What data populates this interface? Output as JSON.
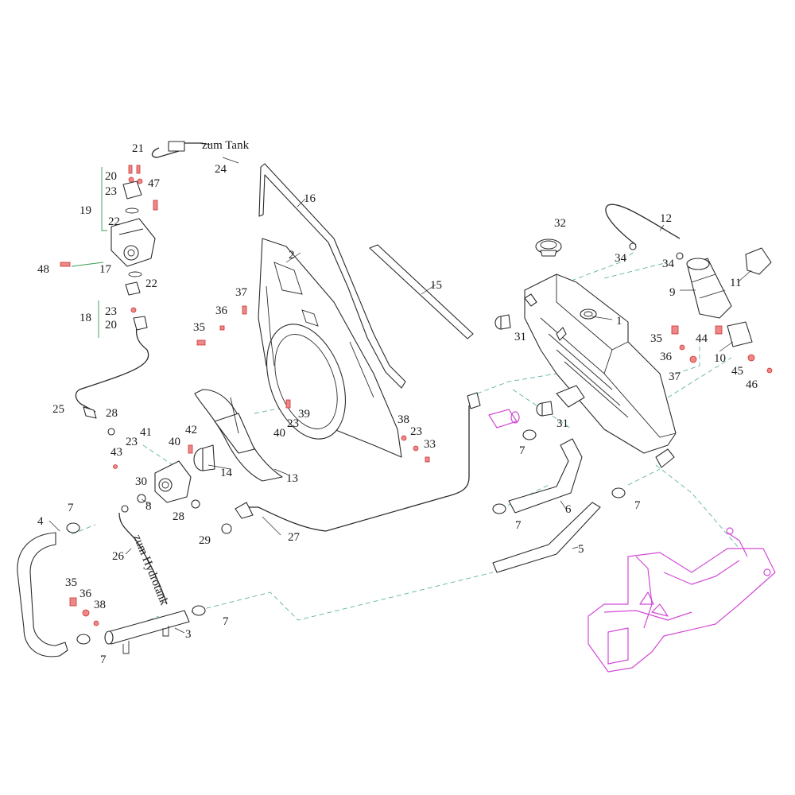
{
  "colors": {
    "line": "#2b2b2b",
    "leader_dash": "#5fb3a6",
    "bracket": "#3a9a55",
    "frame_highlight": "#d24bd6",
    "fastener_highlight": "#e88888"
  },
  "annotations": {
    "to_tank": "zum Tank",
    "to_hydro_tank": "zum Hydrotank"
  },
  "callouts": [
    {
      "id": "c1",
      "text": "1"
    },
    {
      "id": "c2",
      "text": "2"
    },
    {
      "id": "c3",
      "text": "3"
    },
    {
      "id": "c4",
      "text": "4"
    },
    {
      "id": "c5",
      "text": "5"
    },
    {
      "id": "c6",
      "text": "6"
    },
    {
      "id": "c7a",
      "text": "7"
    },
    {
      "id": "c7b",
      "text": "7"
    },
    {
      "id": "c7c",
      "text": "7"
    },
    {
      "id": "c7d",
      "text": "7"
    },
    {
      "id": "c7e",
      "text": "7"
    },
    {
      "id": "c7f",
      "text": "7"
    },
    {
      "id": "c8",
      "text": "8"
    },
    {
      "id": "c9",
      "text": "9"
    },
    {
      "id": "c10",
      "text": "10"
    },
    {
      "id": "c11",
      "text": "11"
    },
    {
      "id": "c12",
      "text": "12"
    },
    {
      "id": "c13",
      "text": "13"
    },
    {
      "id": "c14",
      "text": "14"
    },
    {
      "id": "c15",
      "text": "15"
    },
    {
      "id": "c16",
      "text": "16"
    },
    {
      "id": "c17",
      "text": "17"
    },
    {
      "id": "c18",
      "text": "18"
    },
    {
      "id": "c19",
      "text": "19"
    },
    {
      "id": "c20a",
      "text": "20"
    },
    {
      "id": "c20b",
      "text": "20"
    },
    {
      "id": "c21",
      "text": "21"
    },
    {
      "id": "c22a",
      "text": "22"
    },
    {
      "id": "c22b",
      "text": "22"
    },
    {
      "id": "c23a",
      "text": "23"
    },
    {
      "id": "c23b",
      "text": "23"
    },
    {
      "id": "c23c",
      "text": "23"
    },
    {
      "id": "c23d",
      "text": "23"
    },
    {
      "id": "c23e",
      "text": "23"
    },
    {
      "id": "c24",
      "text": "24"
    },
    {
      "id": "c25",
      "text": "25"
    },
    {
      "id": "c26",
      "text": "26"
    },
    {
      "id": "c27",
      "text": "27"
    },
    {
      "id": "c28a",
      "text": "28"
    },
    {
      "id": "c28b",
      "text": "28"
    },
    {
      "id": "c29",
      "text": "29"
    },
    {
      "id": "c30",
      "text": "30"
    },
    {
      "id": "c31a",
      "text": "31"
    },
    {
      "id": "c31b",
      "text": "31"
    },
    {
      "id": "c32",
      "text": "32"
    },
    {
      "id": "c33",
      "text": "33"
    },
    {
      "id": "c34a",
      "text": "34"
    },
    {
      "id": "c34b",
      "text": "34"
    },
    {
      "id": "c35a",
      "text": "35"
    },
    {
      "id": "c35b",
      "text": "35"
    },
    {
      "id": "c35c",
      "text": "35"
    },
    {
      "id": "c36a",
      "text": "36"
    },
    {
      "id": "c36b",
      "text": "36"
    },
    {
      "id": "c36c",
      "text": "36"
    },
    {
      "id": "c37a",
      "text": "37"
    },
    {
      "id": "c37b",
      "text": "37"
    },
    {
      "id": "c38a",
      "text": "38"
    },
    {
      "id": "c38b",
      "text": "38"
    },
    {
      "id": "c39",
      "text": "39"
    },
    {
      "id": "c40a",
      "text": "40"
    },
    {
      "id": "c40b",
      "text": "40"
    },
    {
      "id": "c41",
      "text": "41"
    },
    {
      "id": "c42",
      "text": "42"
    },
    {
      "id": "c43",
      "text": "43"
    },
    {
      "id": "c44",
      "text": "44"
    },
    {
      "id": "c45",
      "text": "45"
    },
    {
      "id": "c46",
      "text": "46"
    },
    {
      "id": "c47",
      "text": "47"
    },
    {
      "id": "c48",
      "text": "48"
    }
  ]
}
